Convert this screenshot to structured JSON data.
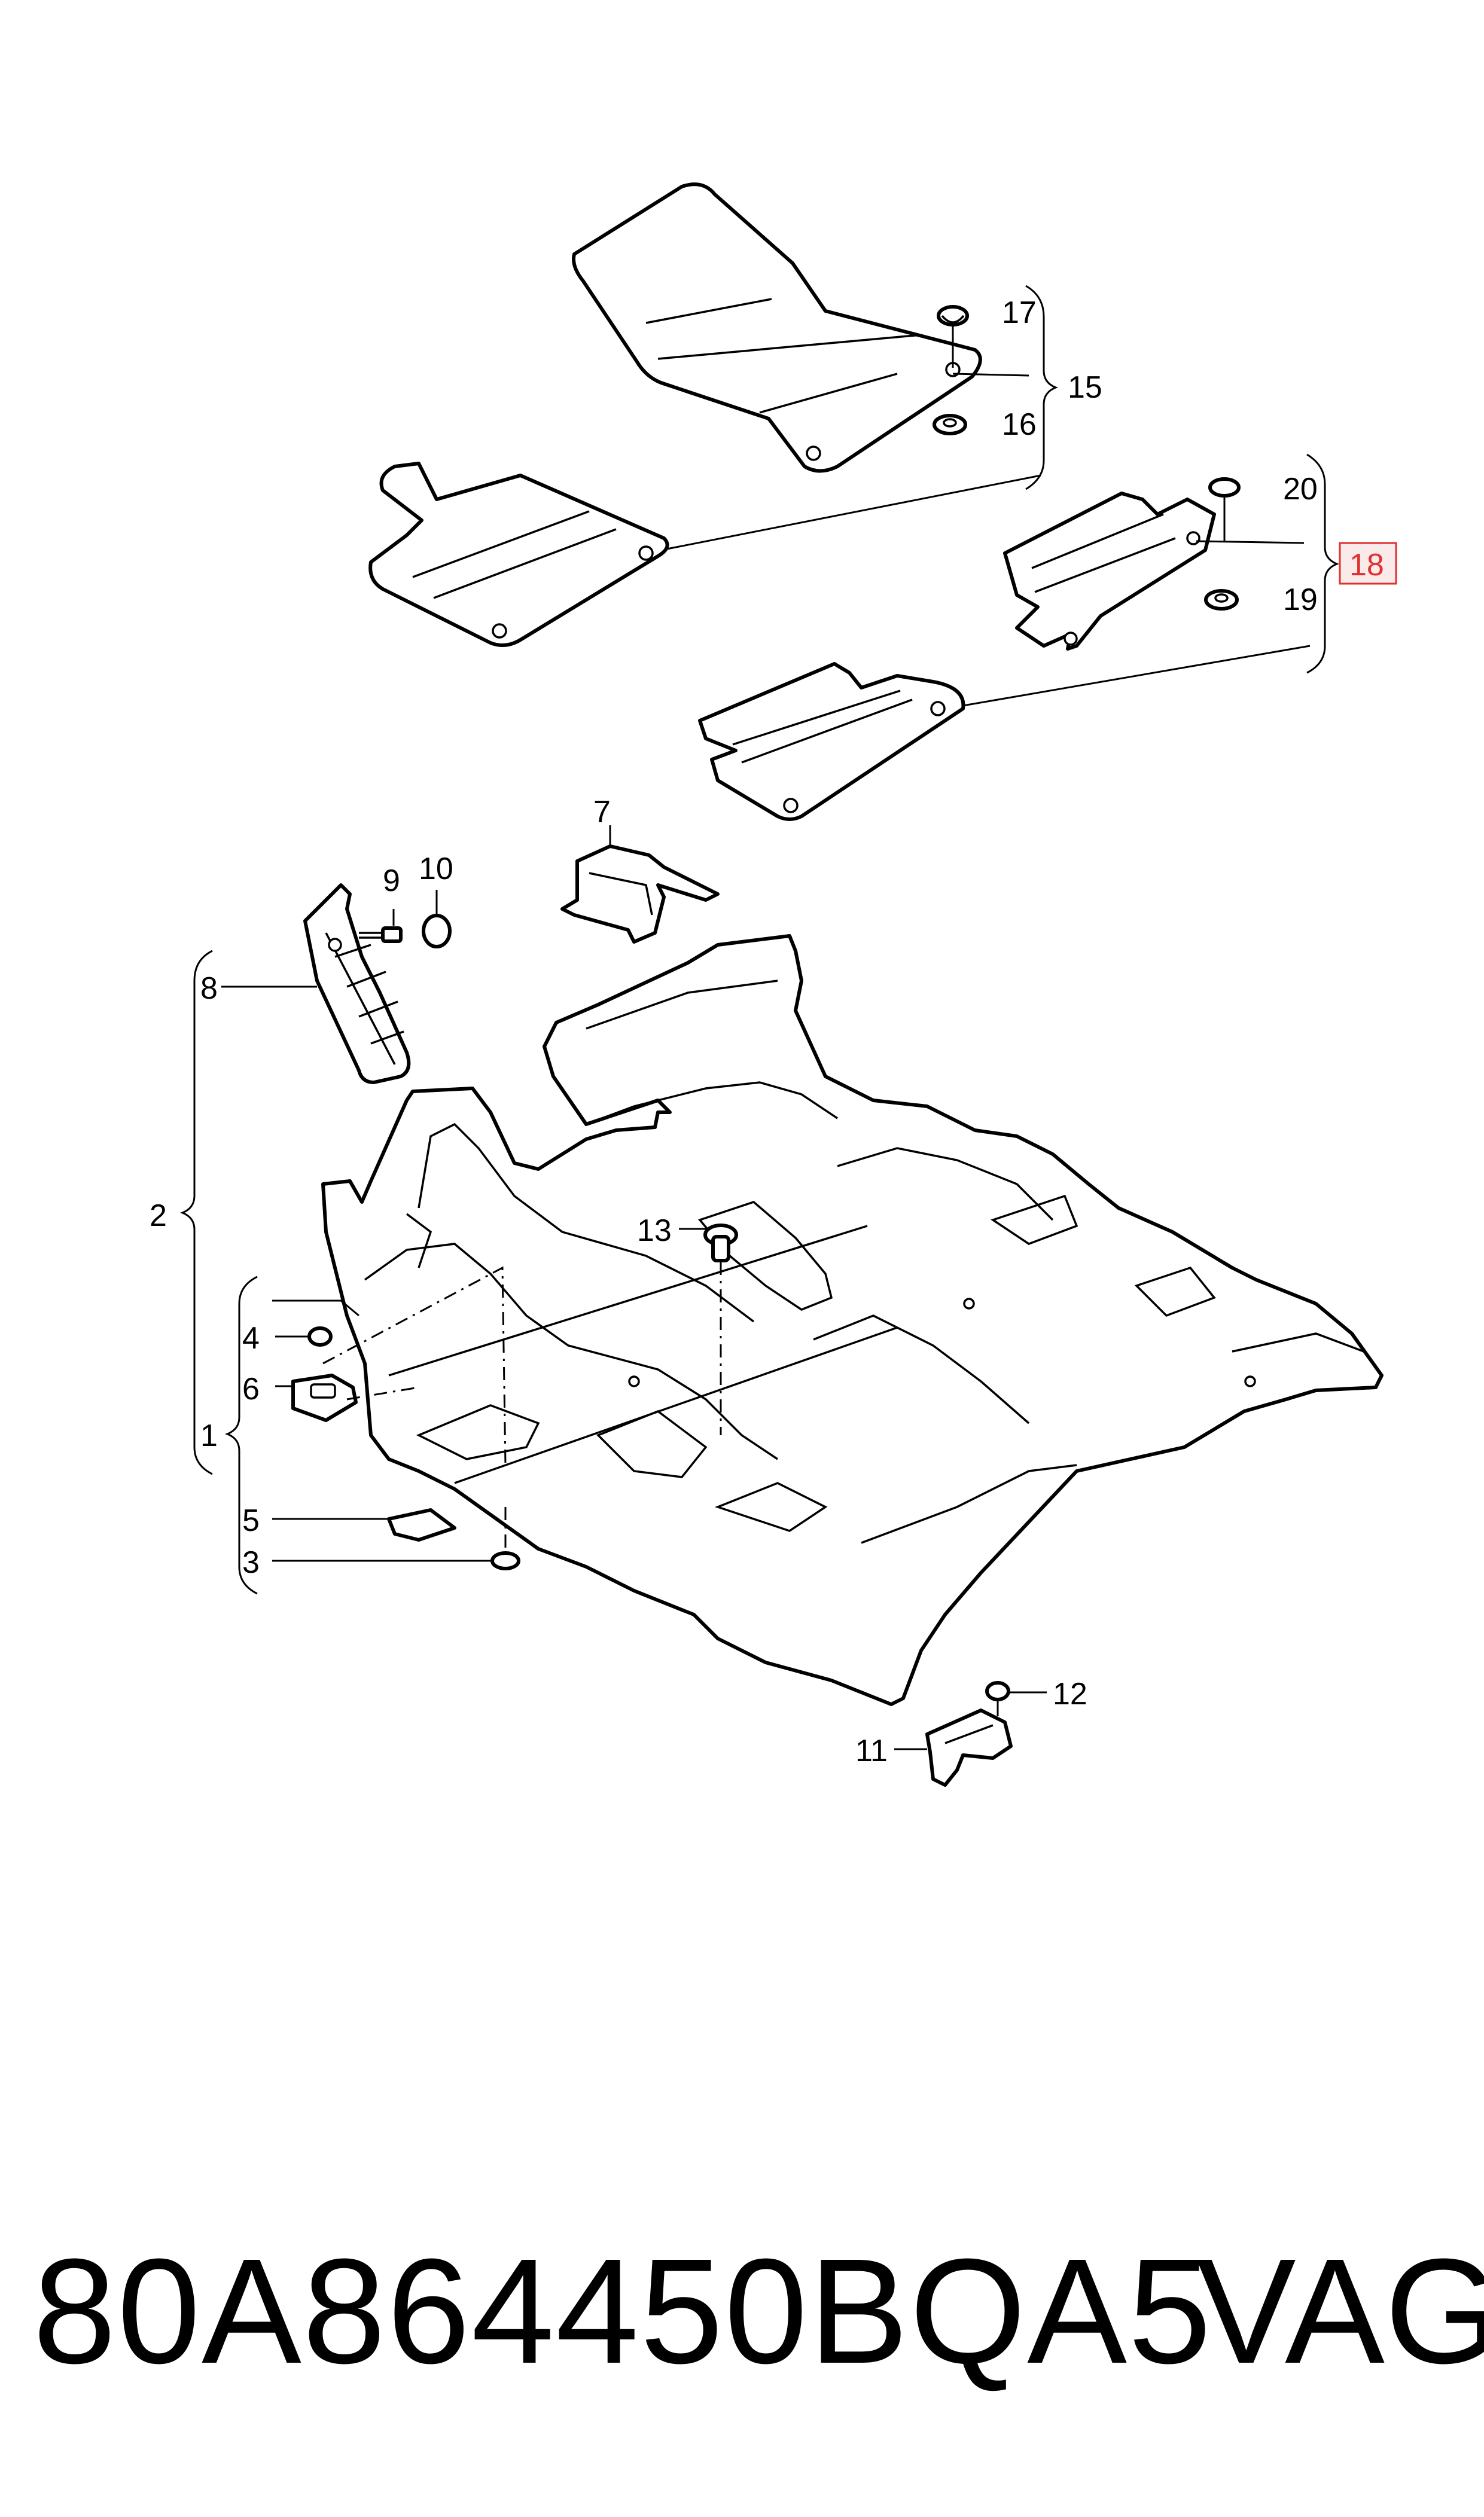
{
  "callouts": {
    "c1": "1",
    "c2": "2",
    "c3": "3",
    "c4": "4",
    "c5": "5",
    "c6": "6",
    "c7": "7",
    "c8": "8",
    "c9": "9",
    "c10": "10",
    "c11": "11",
    "c12": "12",
    "c13": "13",
    "c15": "15",
    "c16": "16",
    "c17": "17",
    "c18": "18",
    "c19": "19",
    "c20": "20"
  },
  "highlight_color": "#e03030",
  "footer": {
    "part_number": "80A864450BQA5",
    "brand": "VAG"
  }
}
